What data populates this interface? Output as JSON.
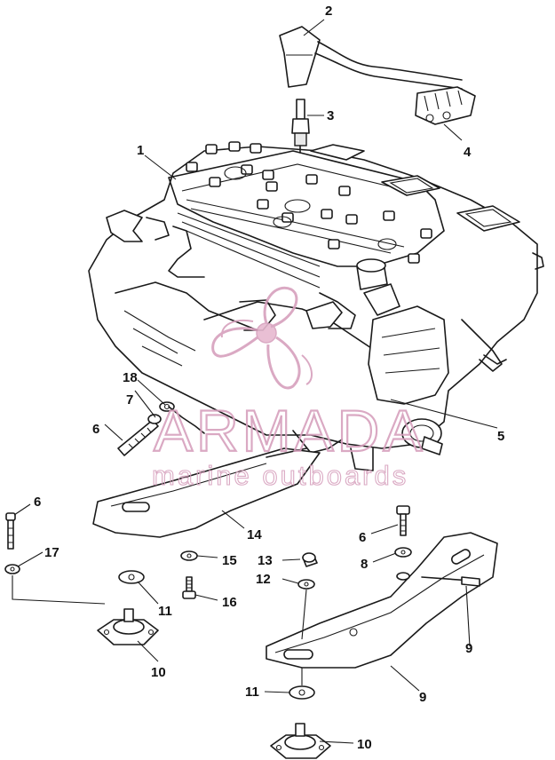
{
  "watermark": {
    "brand": "ARMADA",
    "tagline": "marine outboards",
    "color": "#d7a0bd"
  },
  "callouts": [
    {
      "id": "c1",
      "text": "1"
    },
    {
      "id": "c2",
      "text": "2"
    },
    {
      "id": "c3",
      "text": "3"
    },
    {
      "id": "c4",
      "text": "4"
    },
    {
      "id": "c5",
      "text": "5"
    },
    {
      "id": "c6a",
      "text": "6"
    },
    {
      "id": "c6b",
      "text": "6"
    },
    {
      "id": "c6c",
      "text": "6"
    },
    {
      "id": "c7a",
      "text": "7"
    },
    {
      "id": "c7b",
      "text": "7"
    },
    {
      "id": "c8",
      "text": "8"
    },
    {
      "id": "c9",
      "text": "9"
    },
    {
      "id": "c10a",
      "text": "10"
    },
    {
      "id": "c10b",
      "text": "10"
    },
    {
      "id": "c11a",
      "text": "11"
    },
    {
      "id": "c11b",
      "text": "11"
    },
    {
      "id": "c12",
      "text": "12"
    },
    {
      "id": "c13",
      "text": "13"
    },
    {
      "id": "c14",
      "text": "14"
    },
    {
      "id": "c15",
      "text": "15"
    },
    {
      "id": "c16",
      "text": "16"
    },
    {
      "id": "c17",
      "text": "17"
    },
    {
      "id": "c18",
      "text": "18"
    }
  ]
}
